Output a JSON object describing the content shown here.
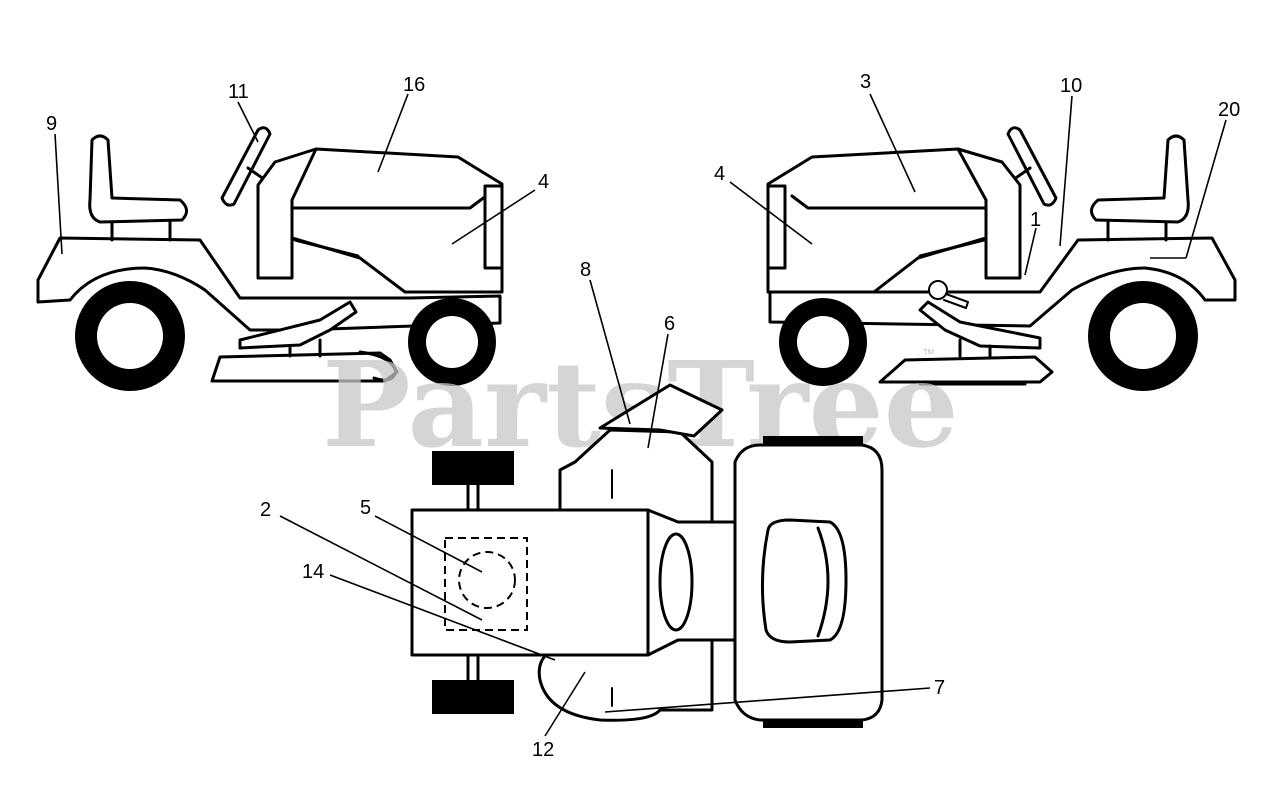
{
  "watermark": {
    "text": "PartsTree",
    "trademark": "™"
  },
  "callouts": [
    {
      "id": "callout-9",
      "label": "9"
    },
    {
      "id": "callout-11",
      "label": "11"
    },
    {
      "id": "callout-16-left",
      "label": "16"
    },
    {
      "id": "callout-4-left",
      "label": "4"
    },
    {
      "id": "callout-3",
      "label": "3"
    },
    {
      "id": "callout-10",
      "label": "10"
    },
    {
      "id": "callout-20",
      "label": "20"
    },
    {
      "id": "callout-4-right",
      "label": "4"
    },
    {
      "id": "callout-1",
      "label": "1"
    },
    {
      "id": "callout-8",
      "label": "8"
    },
    {
      "id": "callout-6",
      "label": "6"
    },
    {
      "id": "callout-2",
      "label": "2"
    },
    {
      "id": "callout-5",
      "label": "5"
    },
    {
      "id": "callout-14",
      "label": "14"
    },
    {
      "id": "callout-7",
      "label": "7"
    },
    {
      "id": "callout-12",
      "label": "12"
    }
  ]
}
